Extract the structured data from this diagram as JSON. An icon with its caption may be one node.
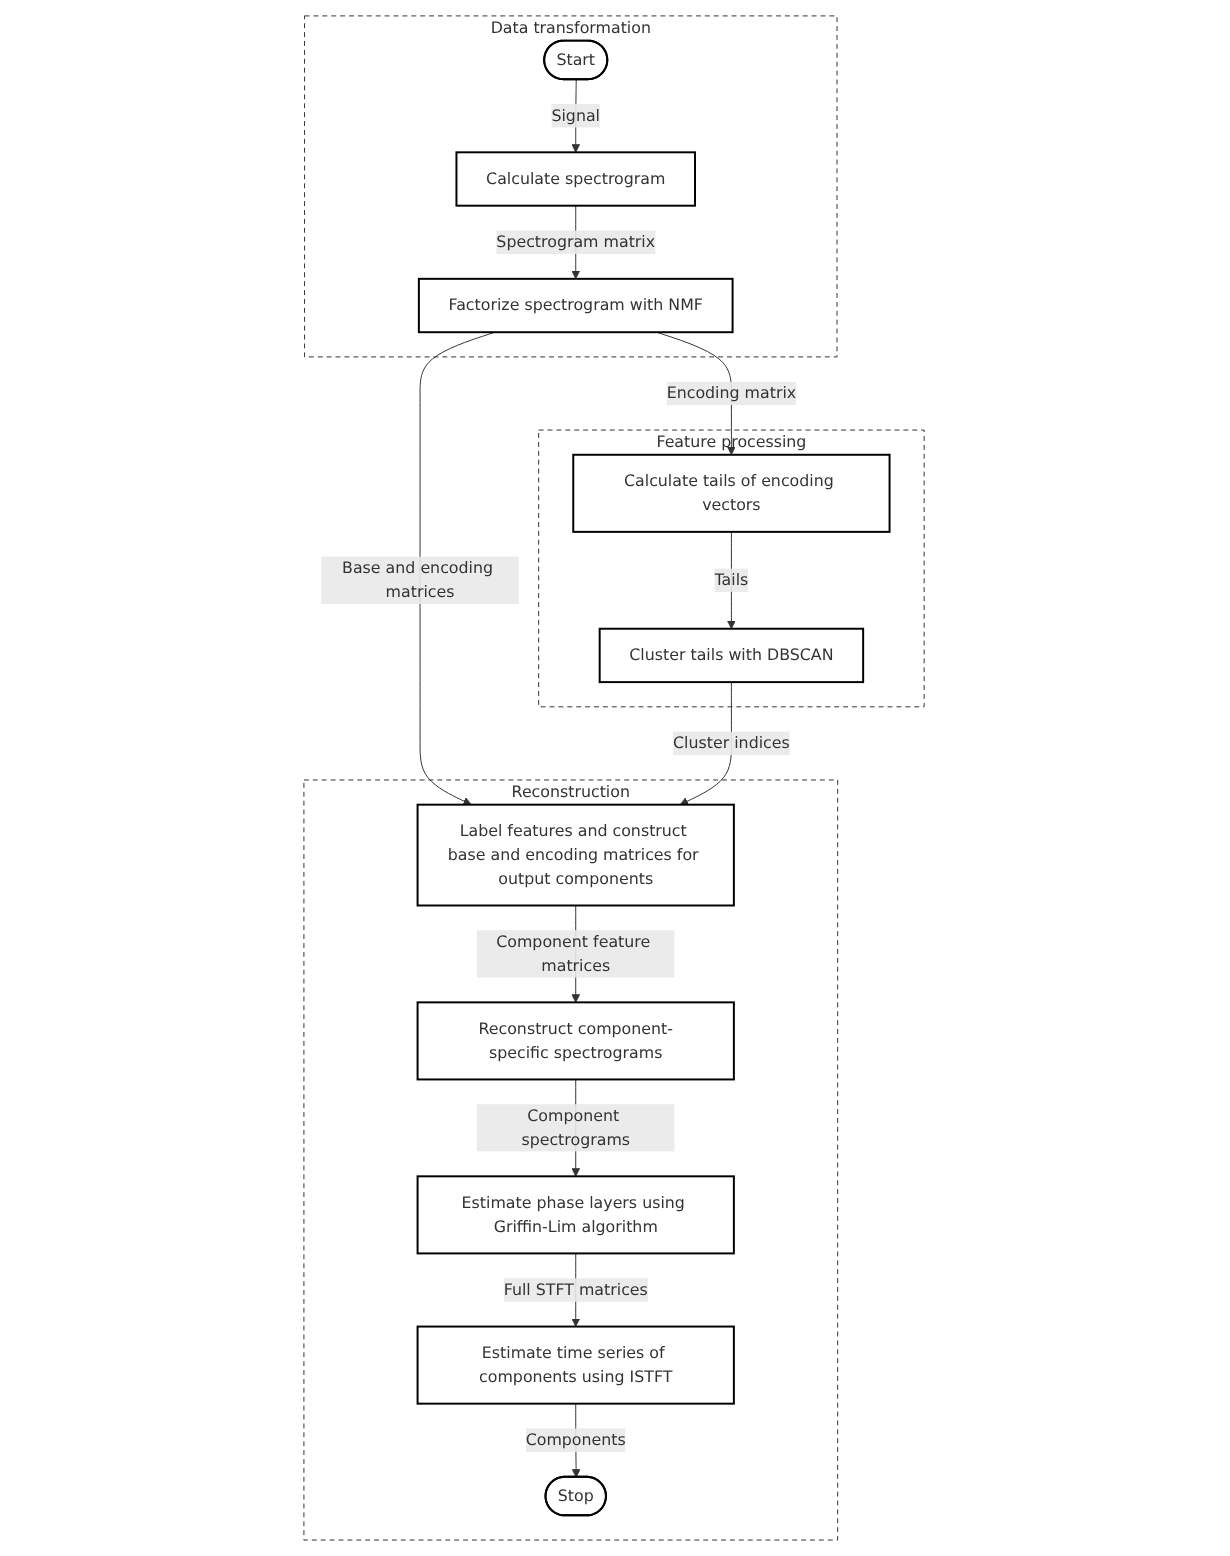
{
  "diagram": {
    "nodes": [
      {
        "text": [
          "Data transformation"
        ]
      },
      {
        "text": [
          "Start"
        ],
        "in": 0
      },
      {
        "text": [
          "Calculate spectrogram"
        ],
        "in": 0
      },
      {
        "text": [
          "Factorize spectrogram with NMF"
        ],
        "in": 0
      },
      {
        "text": [
          "Feature processing"
        ]
      },
      {
        "text": [
          "Calculate tails of encoding vectors"
        ],
        "in": 4
      },
      {
        "text": [
          "Cluster tails with DBSCAN"
        ],
        "in": 4
      },
      {
        "text": [
          "Reconstruction"
        ]
      },
      {
        "text": [
          "Label features and construct base and encoding matrices for output components"
        ],
        "in": 7
      },
      {
        "text": [
          "Reconstruct component-specific spectrograms"
        ],
        "in": 7
      },
      {
        "text": [
          "Estimate phase layers using Griffin-Lim algorithm"
        ],
        "in": 7
      },
      {
        "text": [
          "Estimate time series of components using ISTFT"
        ],
        "in": 7
      },
      {
        "text": [
          "Stop"
        ],
        "in": 7
      }
    ],
    "edges": [
      {
        "from": 1,
        "to": 2,
        "arrow": "to",
        "label": "Signal"
      },
      {
        "from": 2,
        "to": 3,
        "arrow": "to",
        "label": "Spectrogram matrix"
      },
      {
        "from": 3,
        "to": 5,
        "arrow": "to",
        "label": "Encoding matrix"
      },
      {
        "from": 3,
        "to": 8,
        "arrow": "to",
        "label": "Base and encoding matrices"
      },
      {
        "from": 5,
        "to": 6,
        "arrow": "to",
        "label": "Tails"
      },
      {
        "from": 6,
        "to": 8,
        "arrow": "to",
        "label": "Cluster indices"
      },
      {
        "from": 8,
        "to": 9,
        "arrow": "to",
        "label": "Component feature matrices"
      },
      {
        "from": 9,
        "to": 10,
        "arrow": "to",
        "label": "Component spectrograms"
      },
      {
        "from": 10,
        "to": 11,
        "arrow": "to",
        "label": "Full STFT matrices"
      },
      {
        "from": 11,
        "to": 12,
        "arrow": "to",
        "label": "Components"
      }
    ]
  }
}
